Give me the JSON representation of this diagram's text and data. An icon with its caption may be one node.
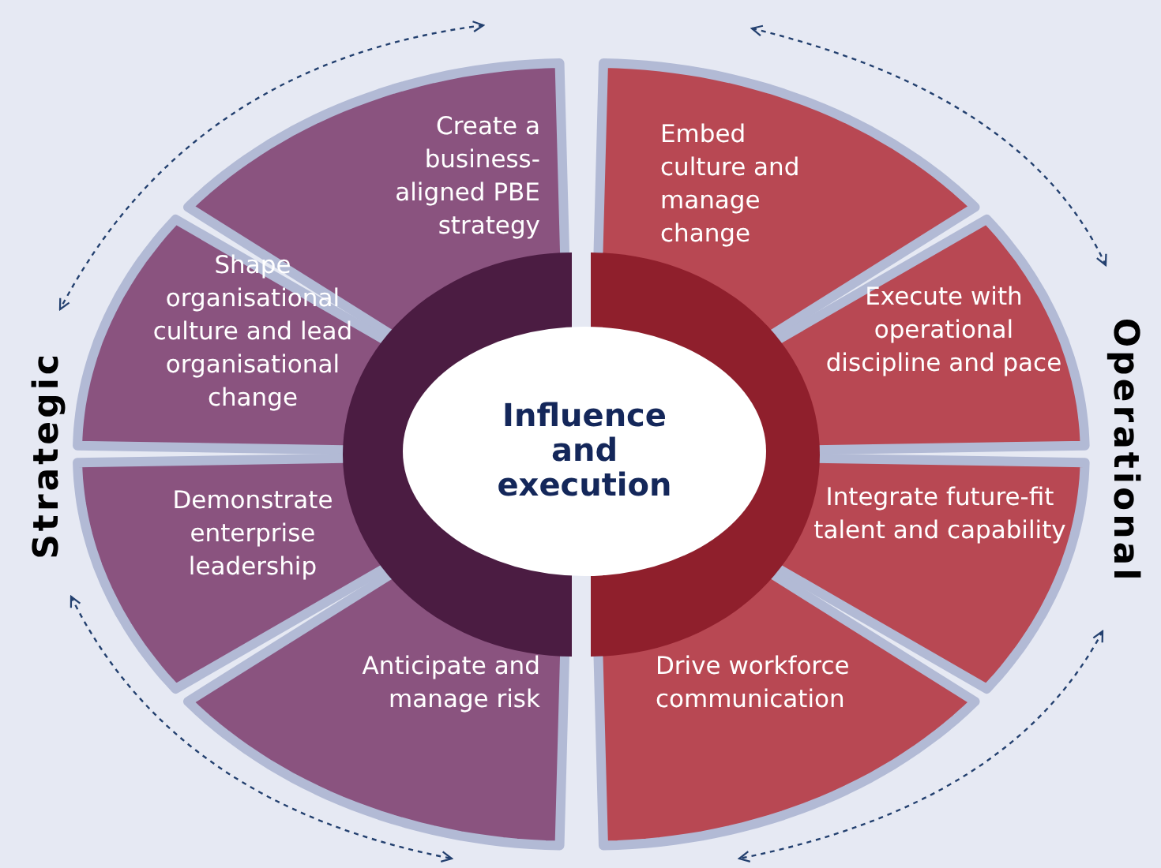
{
  "diagram": {
    "nodes": [
      {
        "text": [
          "Influence and execution"
        ]
      },
      {
        "text": [
          "Create a business-aligned PBE strategy"
        ]
      },
      {
        "text": [
          "Shape organisational culture and lead organisational change"
        ]
      },
      {
        "text": [
          "Demonstrate enterprise leadership"
        ]
      },
      {
        "text": [
          "Anticipate and manage risk"
        ]
      },
      {
        "text": [
          "Embed culture and manage change"
        ]
      },
      {
        "text": [
          "Execute with operational discipline and pace"
        ]
      },
      {
        "text": [
          "Integrate future-fit talent and capability"
        ]
      },
      {
        "text": [
          "Drive workforce communication"
        ]
      }
    ],
    "labels": [
      "Strategic",
      "Operational"
    ]
  }
}
